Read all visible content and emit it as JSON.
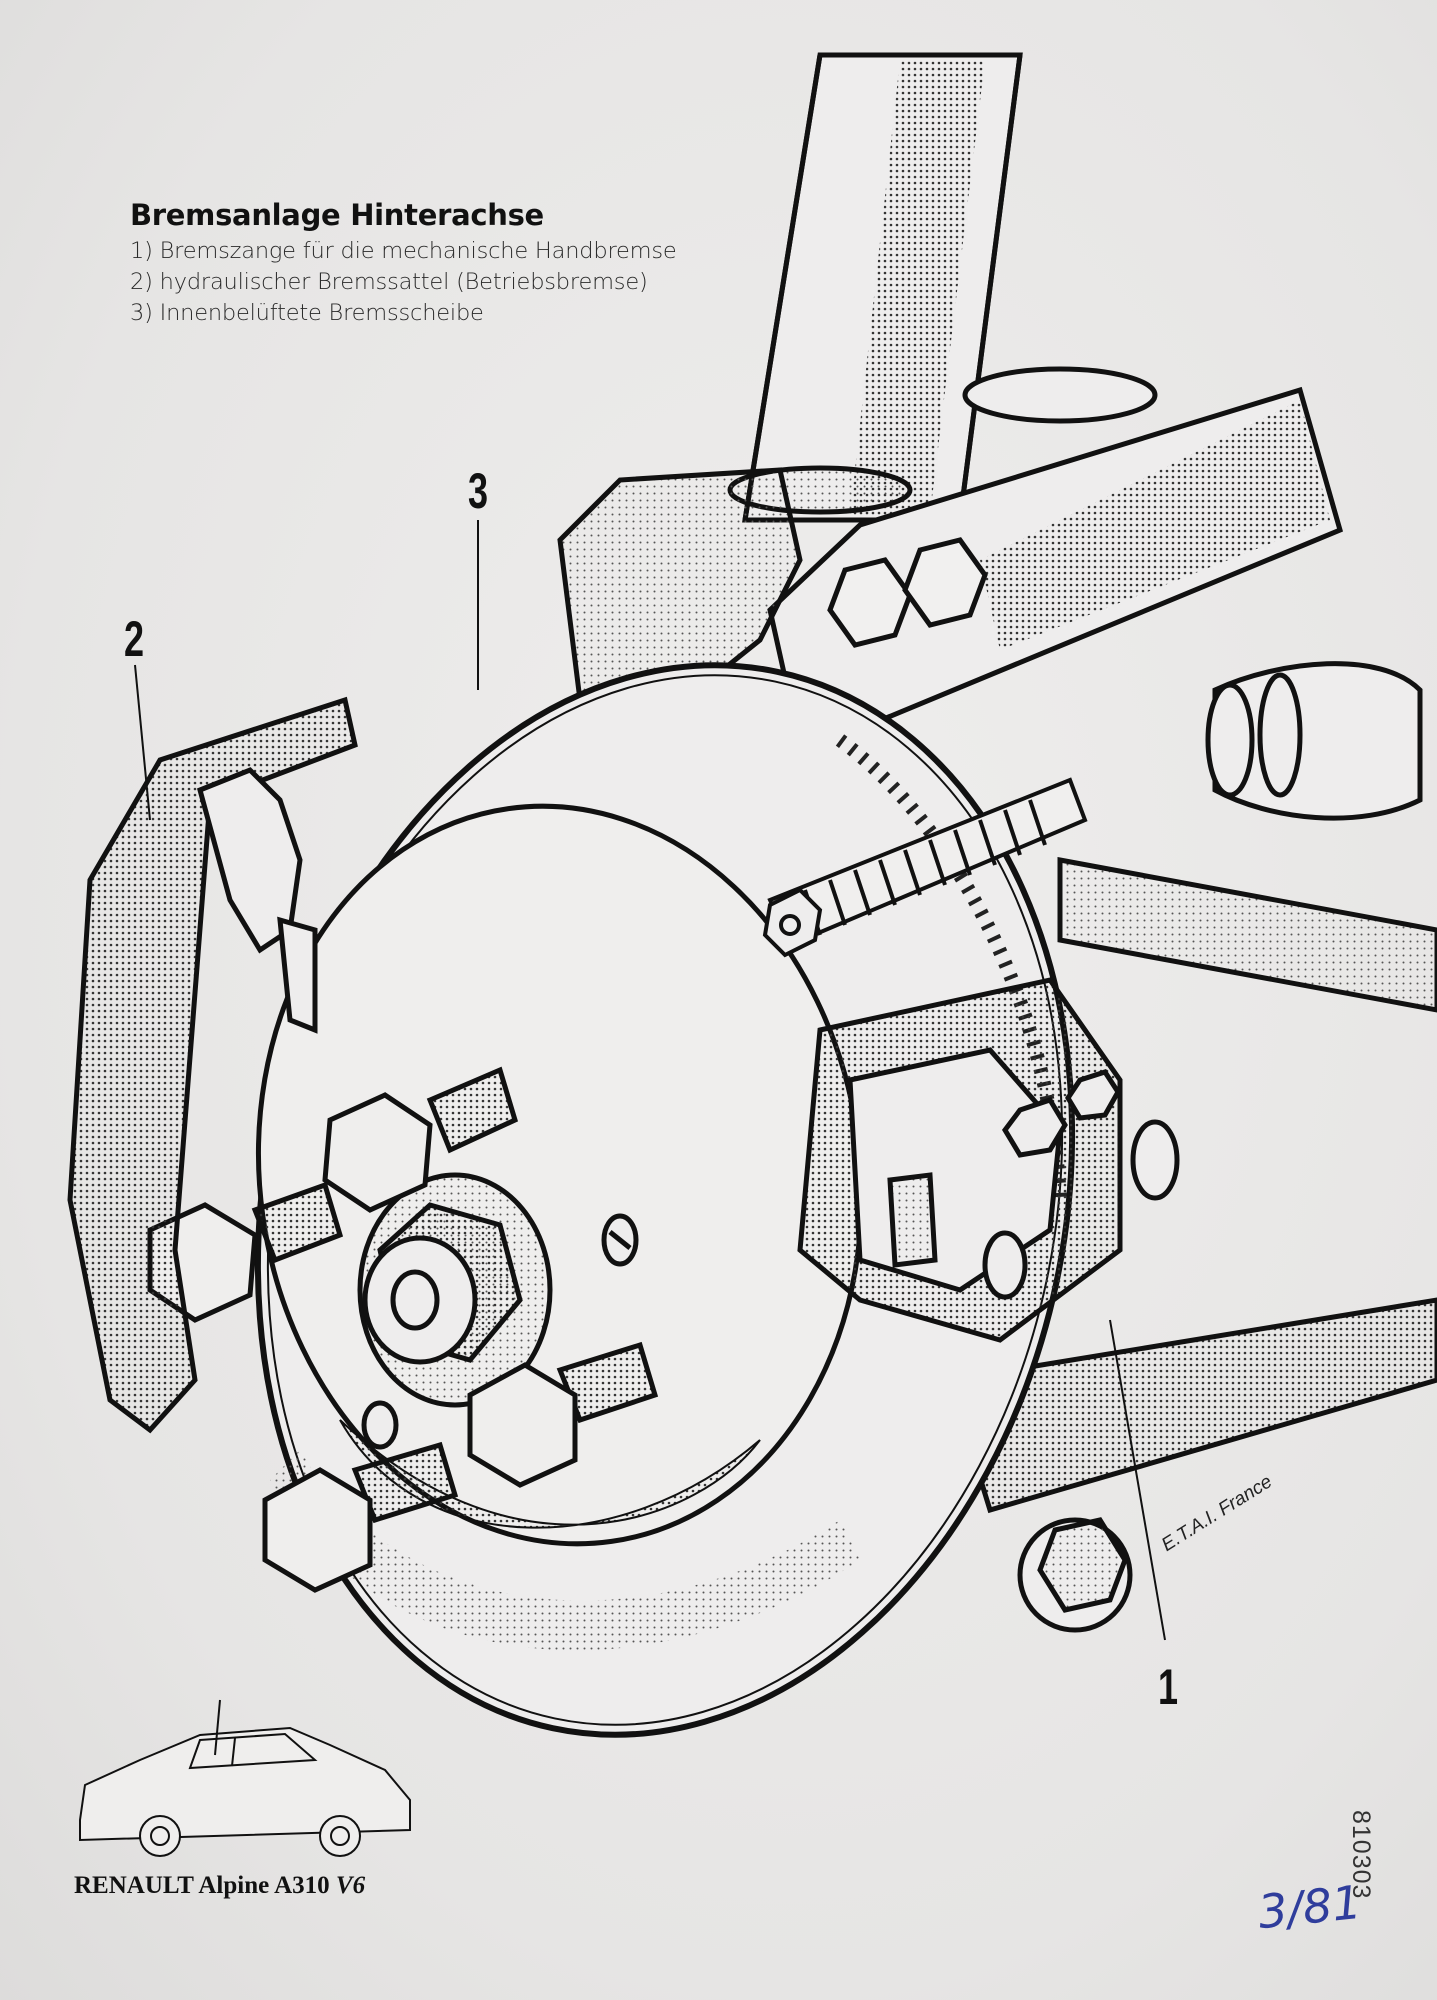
{
  "caption": {
    "title": "Bremsanlage Hinterachse",
    "items": [
      "1) Bremszange für die mechanische Handbremse",
      "2) hydraulischer Bremssattel (Betriebsbremse)",
      "3) Innenbelüftete Bremsscheibe"
    ]
  },
  "callouts": {
    "one": "1",
    "two": "2",
    "three": "3"
  },
  "credit": "E.T.A.I. France",
  "brand": {
    "name": "RENAULT Alpine A310",
    "suffix": "V6"
  },
  "stamp": "810303",
  "handnote": "3/81"
}
